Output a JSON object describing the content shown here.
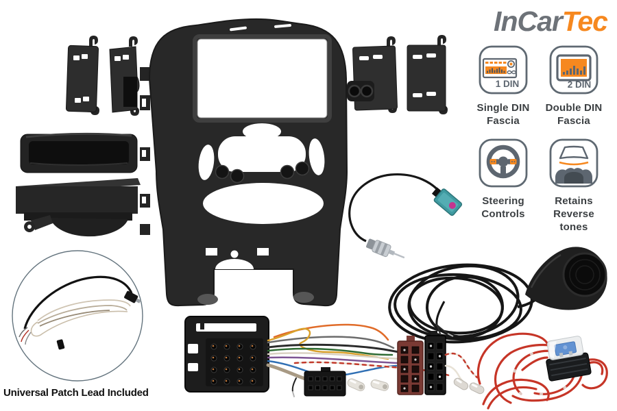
{
  "logo": {
    "gray_part": "InCar",
    "orange_part": "Tec"
  },
  "features": [
    {
      "icon": "radio-1din-icon",
      "badge": "1 DIN",
      "lines": [
        "Single DIN",
        "Fascia"
      ]
    },
    {
      "icon": "radio-2din-icon",
      "badge": "2 DIN",
      "lines": [
        "Double DIN",
        "Fascia"
      ]
    },
    {
      "icon": "steering-wheel-icon",
      "lines": [
        "Steering",
        "Controls"
      ]
    },
    {
      "icon": "reverse-car-icon",
      "lines": [
        "Retains",
        "Reverse",
        "tones"
      ]
    }
  ],
  "caption": "Universal Patch Lead Included",
  "colors": {
    "brand_orange": "#F6881F",
    "icon_gray": "#5D6670",
    "logo_gray": "#6D7278",
    "label_dark": "#3B3F42",
    "fascia_black": "#282828",
    "fakra_teal": "#3F9AA0",
    "fakra_pink": "#C2368F",
    "wire_red": "#C63527",
    "fuse_blue": "#5B8FD4"
  }
}
